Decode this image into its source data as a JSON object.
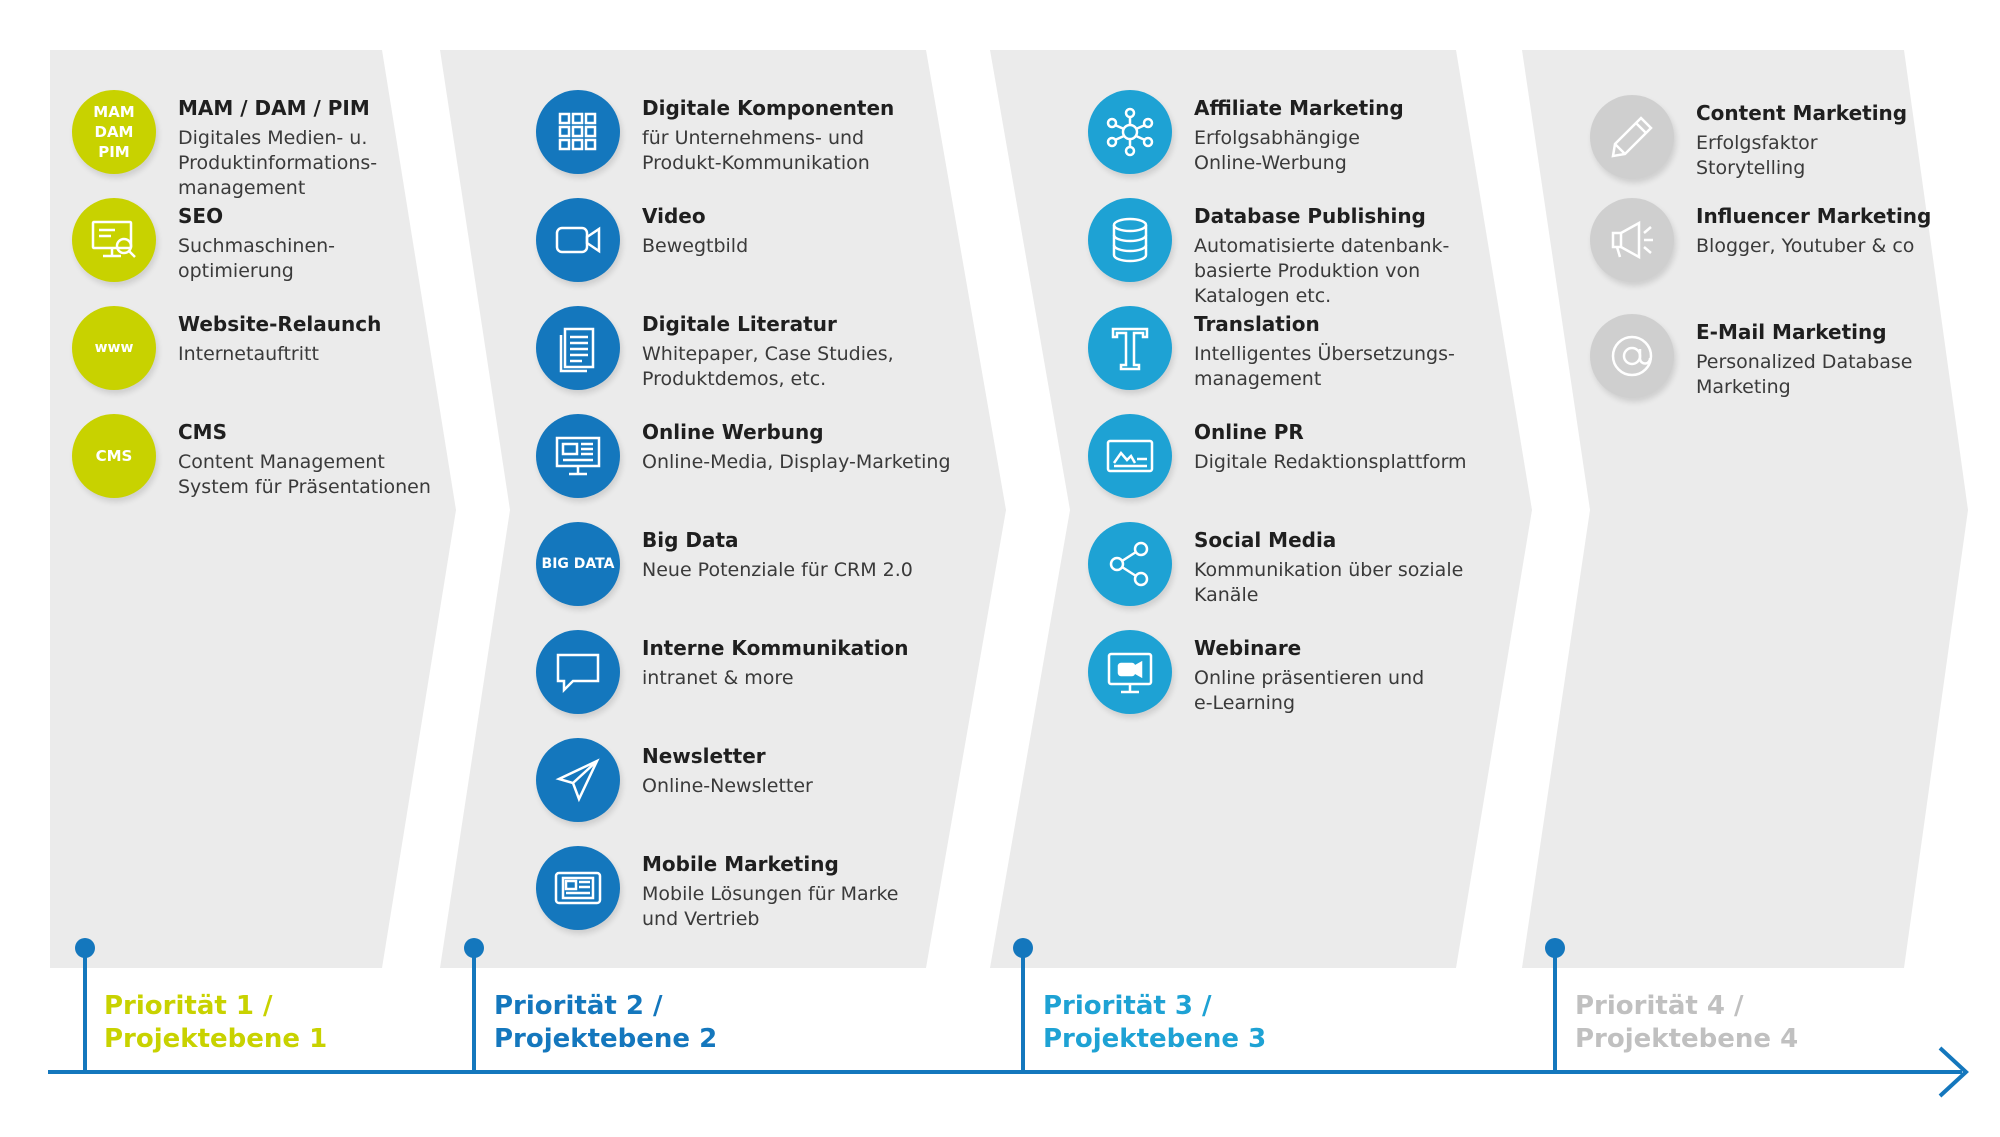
{
  "colors": {
    "panel": "#ebebeb",
    "axis": "#1477bd",
    "lime": "#c8d200",
    "blue": "#1477bd",
    "teal": "#1ea2d4",
    "grey": "#cfcfcf",
    "priority_grey": "#c0c0c0"
  },
  "columns": [
    {
      "priority_line1": "Priorität 1 /",
      "priority_line2": "Projektebene 1",
      "items": [
        {
          "icon": "text-icon",
          "icon_text": "MAM\nDAM\nPIM",
          "title": "MAM / DAM / PIM",
          "desc": "Digitales Medien- u.\nProduktinformations-\nmanagement"
        },
        {
          "icon": "monitor-search-icon",
          "title": "SEO",
          "desc": "Suchmaschinen-\noptimierung"
        },
        {
          "icon": "text-icon",
          "icon_text": "www",
          "title": "Website-Relaunch",
          "desc": "Internetauftritt"
        },
        {
          "icon": "text-icon",
          "icon_text": "CMS",
          "title": "CMS",
          "desc": "Content Management\nSystem für Präsentationen"
        }
      ]
    },
    {
      "priority_line1": "Priorität 2 /",
      "priority_line2": "Projektebene 2",
      "items": [
        {
          "icon": "grid-icon",
          "title": "Digitale Komponenten",
          "desc": "für Unternehmens- und\nProdukt-Kommunikation"
        },
        {
          "icon": "video-camera-icon",
          "title": "Video",
          "desc": "Bewegtbild"
        },
        {
          "icon": "document-icon",
          "title": "Digitale Literatur",
          "desc": "Whitepaper, Case Studies,\nProduktdemos, etc."
        },
        {
          "icon": "monitor-ad-icon",
          "title": "Online Werbung",
          "desc": "Online-Media, Display-Marketing"
        },
        {
          "icon": "text-icon",
          "icon_text": "BIG DATA",
          "title": "Big Data",
          "desc": "Neue Potenziale für CRM 2.0"
        },
        {
          "icon": "speech-bubble-icon",
          "title": "Interne Kommunikation",
          "desc": "intranet & more"
        },
        {
          "icon": "paper-plane-icon",
          "title": "Newsletter",
          "desc": "Online-Newsletter"
        },
        {
          "icon": "tablet-icon",
          "title": "Mobile Marketing",
          "desc": "Mobile Lösungen für Marke\nund Vertrieb"
        }
      ]
    },
    {
      "priority_line1": "Priorität 3 /",
      "priority_line2": "Projektebene 3",
      "items": [
        {
          "icon": "network-icon",
          "title": "Affiliate Marketing",
          "desc": "Erfolgsabhängige\nOnline-Werbung"
        },
        {
          "icon": "database-icon",
          "title": "Database Publishing",
          "desc": "Automatisierte datenbank-\nbasierte Produktion von\nKatalogen etc."
        },
        {
          "icon": "letter-t-icon",
          "title": "Translation",
          "desc": "Intelligentes Übersetzungs-\nmanagement"
        },
        {
          "icon": "pr-screen-icon",
          "title": "Online PR",
          "desc": "Digitale Redaktionsplattform"
        },
        {
          "icon": "share-icon",
          "title": "Social Media",
          "desc": "Kommunikation über soziale\nKanäle"
        },
        {
          "icon": "webinar-icon",
          "title": "Webinare",
          "desc": "Online präsentieren und\ne-Learning"
        }
      ]
    },
    {
      "priority_line1": "Priorität 4 /",
      "priority_line2": "Projektebene 4",
      "items": [
        {
          "icon": "pencil-icon",
          "title": "Content Marketing",
          "desc": "Erfolgsfaktor\nStorytelling"
        },
        {
          "icon": "megaphone-icon",
          "title": "Influencer Marketing",
          "desc": "Blogger, Youtuber & co"
        },
        {
          "icon": "at-sign-icon",
          "title": "E-Mail Marketing",
          "desc": "Personalized Database\nMarketing"
        }
      ]
    }
  ]
}
